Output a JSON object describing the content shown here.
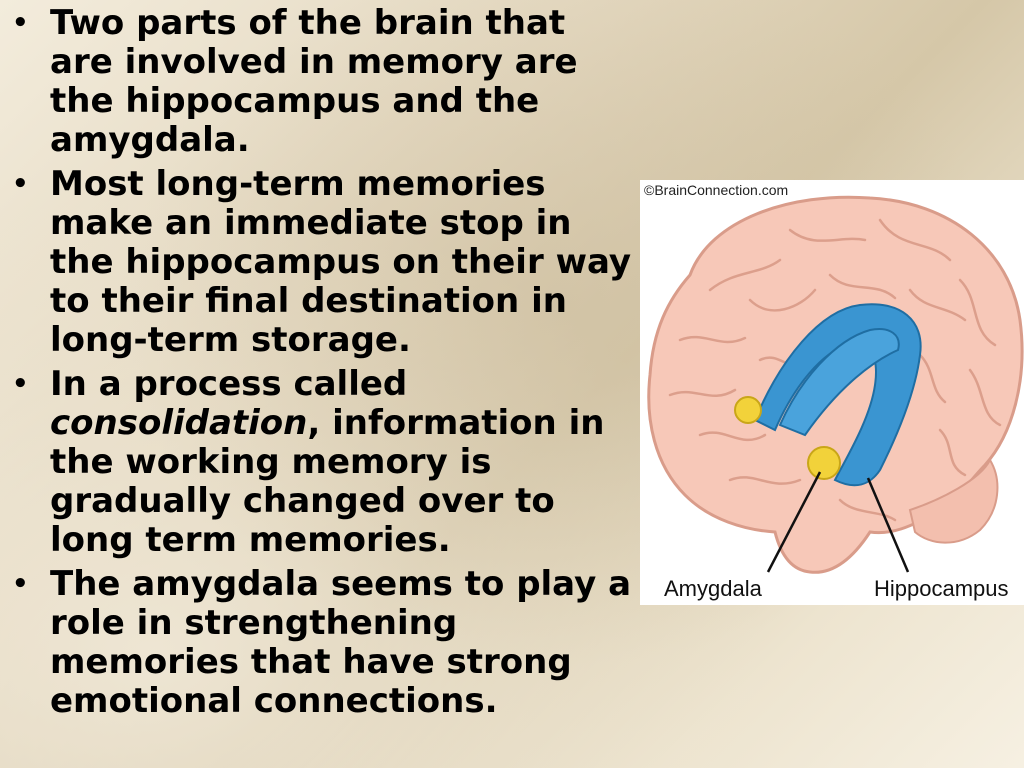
{
  "bullets": [
    {
      "text": "Two parts of the brain that are involved in memory are the hippocampus and the amygdala."
    },
    {
      "text": "Most long-term memories make an immediate stop in the hippocampus on their way to their final destination in long-term storage."
    },
    {
      "prefix": "In a process called ",
      "emph": "consolidation",
      "suffix": ", information in the working memory is gradually changed over to long term memories."
    },
    {
      "text": "The amygdala seems to play a role in strengthening memories that have strong emotional connections."
    }
  ],
  "figure": {
    "credit": "©BrainConnection.com",
    "labels": {
      "amygdala": "Amygdala",
      "hippocampus": "Hippocampus"
    },
    "colors": {
      "brain_fill": "#f7c8b8",
      "brain_outline": "#d99c8a",
      "hippocampus": "#3a95d1",
      "amygdala": "#f2d23a"
    }
  },
  "bullet_glyph": "•"
}
